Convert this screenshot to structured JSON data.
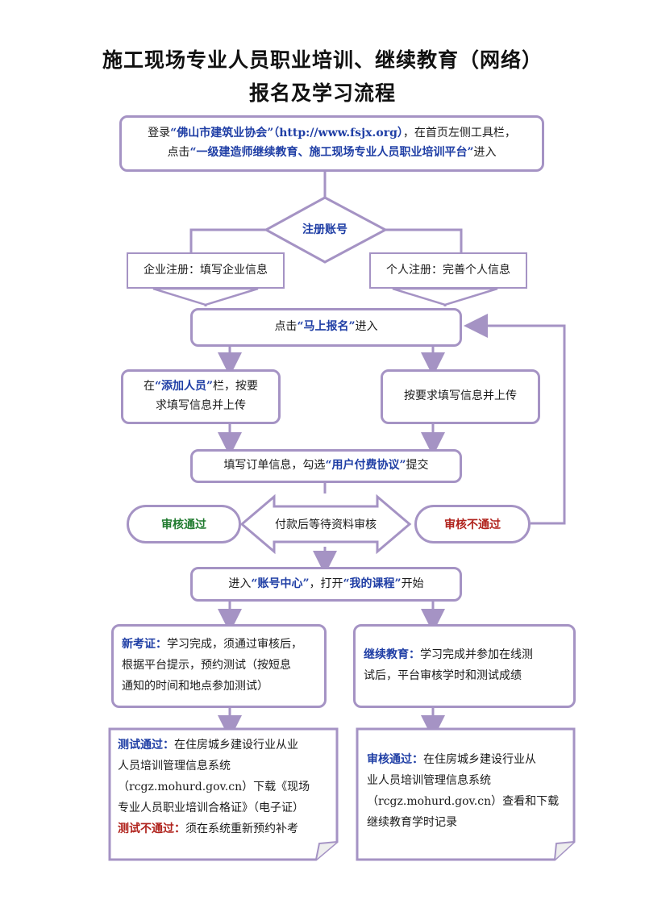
{
  "title": {
    "line1": "施工现场专业人员职业培训、继续教育（网络）",
    "line2": "报名及学习流程"
  },
  "step1": {
    "p1": "登录",
    "site": "“佛山市建筑业协会”（http://www.fsjx.org）",
    "p2": "，在首页左侧工具栏，",
    "p3": "点击",
    "platform": "“一级建造师继续教育、施工现场专业人员职业培训平台”",
    "p4": "进入"
  },
  "register": {
    "diamond": "注册账号",
    "company": "企业注册：填写企业信息",
    "personal": "个人注册：完善个人信息"
  },
  "signup": {
    "p1": "点击",
    "btn": "“马上报名”",
    "p2": "进入"
  },
  "add_person": {
    "p1": "在",
    "hl": "“添加人员”",
    "p2": "栏，按要",
    "p3": "求填写信息并上传"
  },
  "fill_info": "按要求填写信息并上传",
  "order": {
    "p1": "填写订单信息，勾选",
    "hl": "“用户付费协议”",
    "p2": "提交"
  },
  "review": {
    "pass": "审核通过",
    "center": "付款后等待资料审核",
    "fail": "审核不通过"
  },
  "account": {
    "p1": "进入",
    "hl1": "“账号中心”",
    "p2": "，打开",
    "hl2": "“我的课程”",
    "p3": "开始"
  },
  "new_cert": {
    "hl": "新考证：",
    "l1": "学习完成，须通过审核后，",
    "l2": "根据平台提示，预约测试（按短息",
    "l3": "通知的时间和地点参加测试）"
  },
  "continue_edu": {
    "hl": "继续教育：",
    "l1": "学习完成并参加在线测",
    "l2": "试后，平台审核学时和测试成绩"
  },
  "test_result": {
    "pass_label": "测试通过：",
    "l1": "在住房城乡建设行业从业",
    "l2": "人员培训管理信息系统",
    "l3": "（rcgz.mohurd.gov.cn）下载《现场",
    "l4": "专业人员职业培训合格证》（电子证）",
    "fail_label": "测试不通过：",
    "l5": "须在系统重新预约补考"
  },
  "review_pass": {
    "label": "审核通过：",
    "l1": "在住房城乡建设行业从",
    "l2": "业人员培训管理信息系统",
    "l3": "（rcgz.mohurd.gov.cn）查看和下载",
    "l4": "继续教育学时记录"
  },
  "colors": {
    "border": "#a593c4",
    "highlight": "#1f3ea5",
    "pass": "#1f7a2e",
    "fail": "#b0221c"
  }
}
